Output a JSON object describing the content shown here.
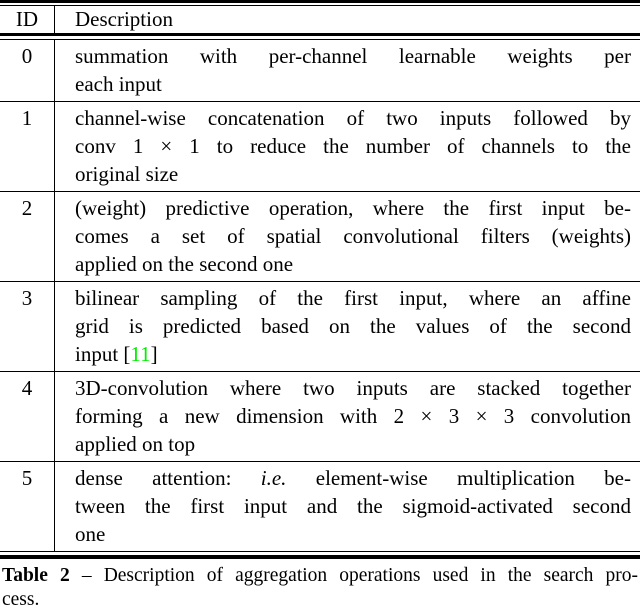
{
  "colors": {
    "text": "#000000",
    "rule": "#000000",
    "citation": "#00ee00",
    "background": "#ffffff"
  },
  "table": {
    "header": {
      "id": "ID",
      "description": "Description"
    },
    "rows": [
      {
        "id": "0",
        "lines": [
          "summation with per-channel learnable weights per",
          "each input"
        ]
      },
      {
        "id": "1",
        "lines": [
          "channel-wise concatenation of two inputs followed by",
          "conv 1 × 1 to reduce the number of channels to the",
          "original size"
        ]
      },
      {
        "id": "2",
        "lines": [
          "(weight) predictive operation, where the first input be-",
          "comes a set of spatial convolutional filters (weights)",
          "applied on the second one"
        ]
      },
      {
        "id": "3",
        "lines": [
          "bilinear sampling of the first input, where an affine",
          "grid is predicted based on the values of the second",
          "input [11]"
        ]
      },
      {
        "id": "4",
        "lines": [
          "3D-convolution where two inputs are stacked together",
          "forming a new dimension with 2 × 3 × 3 convolution",
          "applied on top"
        ]
      },
      {
        "id": "5",
        "lines": [
          "dense attention: i.e. element-wise multiplication be-",
          "tween the first input and the sigmoid-activated second",
          "one"
        ]
      }
    ],
    "citation_text": "11"
  },
  "caption": {
    "label": "Table 2",
    "line1_rest": "– Description of aggregation operations used in the search pro-",
    "line2": "cess."
  }
}
